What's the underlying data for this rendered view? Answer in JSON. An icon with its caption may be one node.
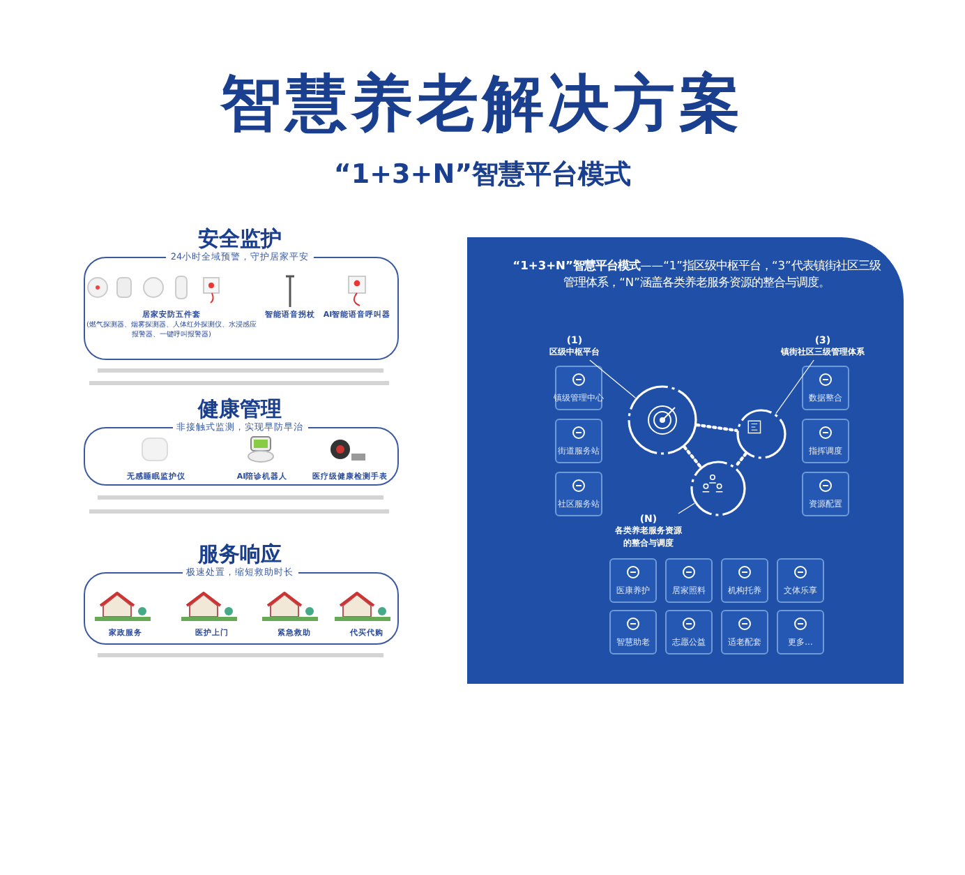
{
  "diagram": {
    "title": "智慧养老解决方案",
    "nodes": [
      {
        "text": [
          "安全监护",
          "24小时全域预警，守护居家平安"
        ]
      },
      {
        "text": [
          "居家安防五件套",
          "(燃气探测器、烟雾探测器、人体红外探测仪、水浸感应报警器、一键呼叫报警器)"
        ],
        "in": 0
      },
      {
        "text": [
          "智能语音拐杖"
        ],
        "in": 0
      },
      {
        "text": [
          "AI智能语音呼叫器"
        ],
        "in": 0
      },
      {
        "text": [
          "健康管理",
          "非接触式监测，实现早防早治"
        ]
      },
      {
        "text": [
          "无感睡眠监护仪"
        ],
        "in": 4
      },
      {
        "text": [
          "AI陪诊机器人"
        ],
        "in": 4
      },
      {
        "text": [
          "医疗级健康检测手表"
        ],
        "in": 4
      },
      {
        "text": [
          "服务响应",
          "极速处置，缩短救助时长"
        ]
      },
      {
        "text": [
          "家政服务"
        ],
        "in": 8
      },
      {
        "text": [
          "医护上门"
        ],
        "in": 8
      },
      {
        "text": [
          "紧急救助"
        ],
        "in": 8
      },
      {
        "text": [
          "代买代购"
        ],
        "in": 8
      },
      {
        "text": [
          "**“1+3+N”智慧平台模式**——“1”指区级中枢平台，“3”代表镇街社区三级管理体系，“N”涵盖各类养老服务资源的整合与调度。"
        ]
      },
      {
        "text": [],
        "shape": "circle",
        "in": 13
      },
      {
        "text": [],
        "shape": "circle",
        "in": 13
      },
      {
        "text": [],
        "shape": "circle",
        "in": 13
      },
      {
        "text": [
          "(1)",
          "区级中枢平台"
        ],
        "in": 13
      },
      {
        "text": [
          "(3)",
          "镇街社区三级管理体系"
        ],
        "in": 13
      },
      {
        "text": [
          "(N)",
          "各类养老服务资源的整合与调度"
        ],
        "in": 13
      },
      {
        "text": [
          "镇级管理中心"
        ],
        "in": 13
      },
      {
        "text": [
          "街道服务站"
        ],
        "in": 13
      },
      {
        "text": [
          "社区服务站"
        ],
        "in": 13
      },
      {
        "text": [
          "数据整合"
        ],
        "in": 13
      },
      {
        "text": [
          "指挥调度"
        ],
        "in": 13
      },
      {
        "text": [
          "资源配置"
        ],
        "in": 13
      },
      {
        "text": [
          "医康养护"
        ],
        "in": 13
      },
      {
        "text": [
          "居家照料"
        ],
        "in": 13
      },
      {
        "text": [
          "机构托养"
        ],
        "in": 13
      },
      {
        "text": [
          "文体乐享"
        ],
        "in": 13
      },
      {
        "text": [
          "智慧助老"
        ],
        "in": 13
      },
      {
        "text": [
          "志愿公益"
        ],
        "in": 13
      },
      {
        "text": [
          "适老配套"
        ],
        "in": 13
      },
      {
        "text": [
          "更多..."
        ],
        "in": 13
      }
    ],
    "edges": [
      {
        "from": 14,
        "to": 15,
        "arrow": "none",
        "style": "dashed"
      },
      {
        "from": 14,
        "to": 16,
        "arrow": "none",
        "style": "dashed"
      },
      {
        "from": 15,
        "to": 16,
        "arrow": "none",
        "style": "dashed"
      },
      {
        "from": 17,
        "to": 14,
        "arrow": "none"
      },
      {
        "from": 18,
        "to": 15,
        "arrow": "none"
      },
      {
        "from": 19,
        "to": 16,
        "arrow": "none"
      }
    ],
    "labels": [
      "“1+3+N”智慧平台模式"
    ]
  }
}
